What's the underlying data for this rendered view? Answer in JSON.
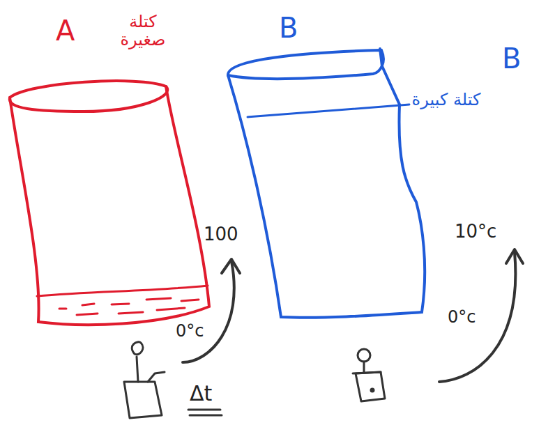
{
  "diagram": {
    "nodes": [
      {
        "text": [
          "A",
          "كتلة صغيرة"
        ]
      },
      {
        "text": [
          "B"
        ]
      }
    ],
    "labels": [
      "B",
      "كتلة كبيرة",
      "100",
      "0°c",
      "10°c",
      "0°c",
      "Δt"
    ]
  }
}
